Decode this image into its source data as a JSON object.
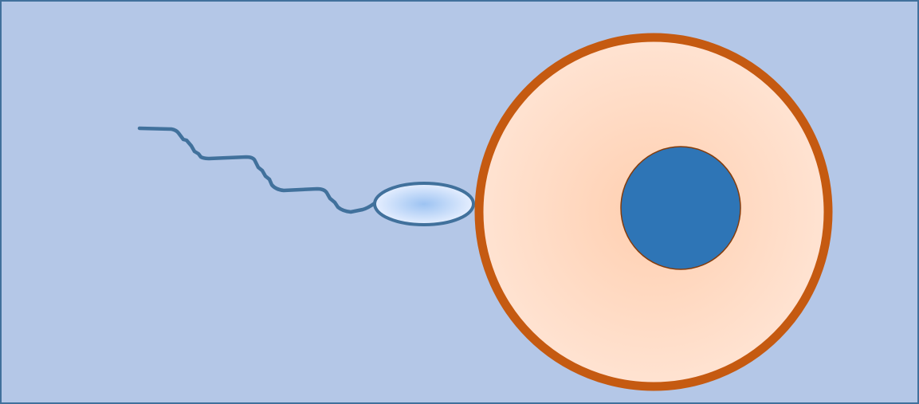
{
  "diagram": {
    "title": "",
    "colors": {
      "background": "#b4c7e7",
      "border": "#41719c",
      "sperm_outline": "#41719c",
      "sperm_head_center": "#9dc3f2",
      "sperm_head_edge": "#e6efff",
      "egg_membrane": "#c55a11",
      "egg_cytoplasm_center": "#ffcfb0",
      "egg_cytoplasm_edge": "#ffe3d2",
      "egg_nucleus": "#2e75b6",
      "egg_nucleus_outline": "#843c0c"
    },
    "elements": [
      {
        "name": "sperm-tail",
        "icon": "wavy-tail"
      },
      {
        "name": "sperm-head",
        "icon": "ellipse"
      },
      {
        "name": "egg-cell",
        "icon": "circle"
      },
      {
        "name": "egg-nucleus",
        "icon": "circle"
      }
    ]
  }
}
